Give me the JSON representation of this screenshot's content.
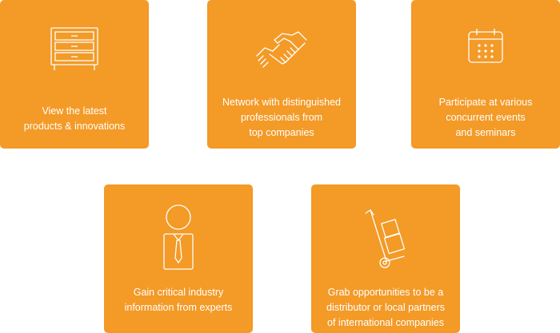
{
  "theme": {
    "card_color": "#f39a27",
    "text_color": "#ffffff"
  },
  "cards": [
    {
      "icon": "dresser-icon",
      "lines": [
        "View the latest",
        "products & innovations"
      ]
    },
    {
      "icon": "handshake-icon",
      "lines": [
        "Network with distinguished",
        "professionals from",
        "top companies"
      ]
    },
    {
      "icon": "calendar-icon",
      "lines": [
        "Participate at various",
        "concurrent events",
        "and seminars"
      ]
    },
    {
      "icon": "businessman-icon",
      "lines": [
        "Gain critical industry",
        "information from experts"
      ]
    },
    {
      "icon": "hand-truck-icon",
      "lines": [
        "Grab opportunities to be  a",
        "distributor or local partners",
        "of international companies"
      ]
    }
  ]
}
